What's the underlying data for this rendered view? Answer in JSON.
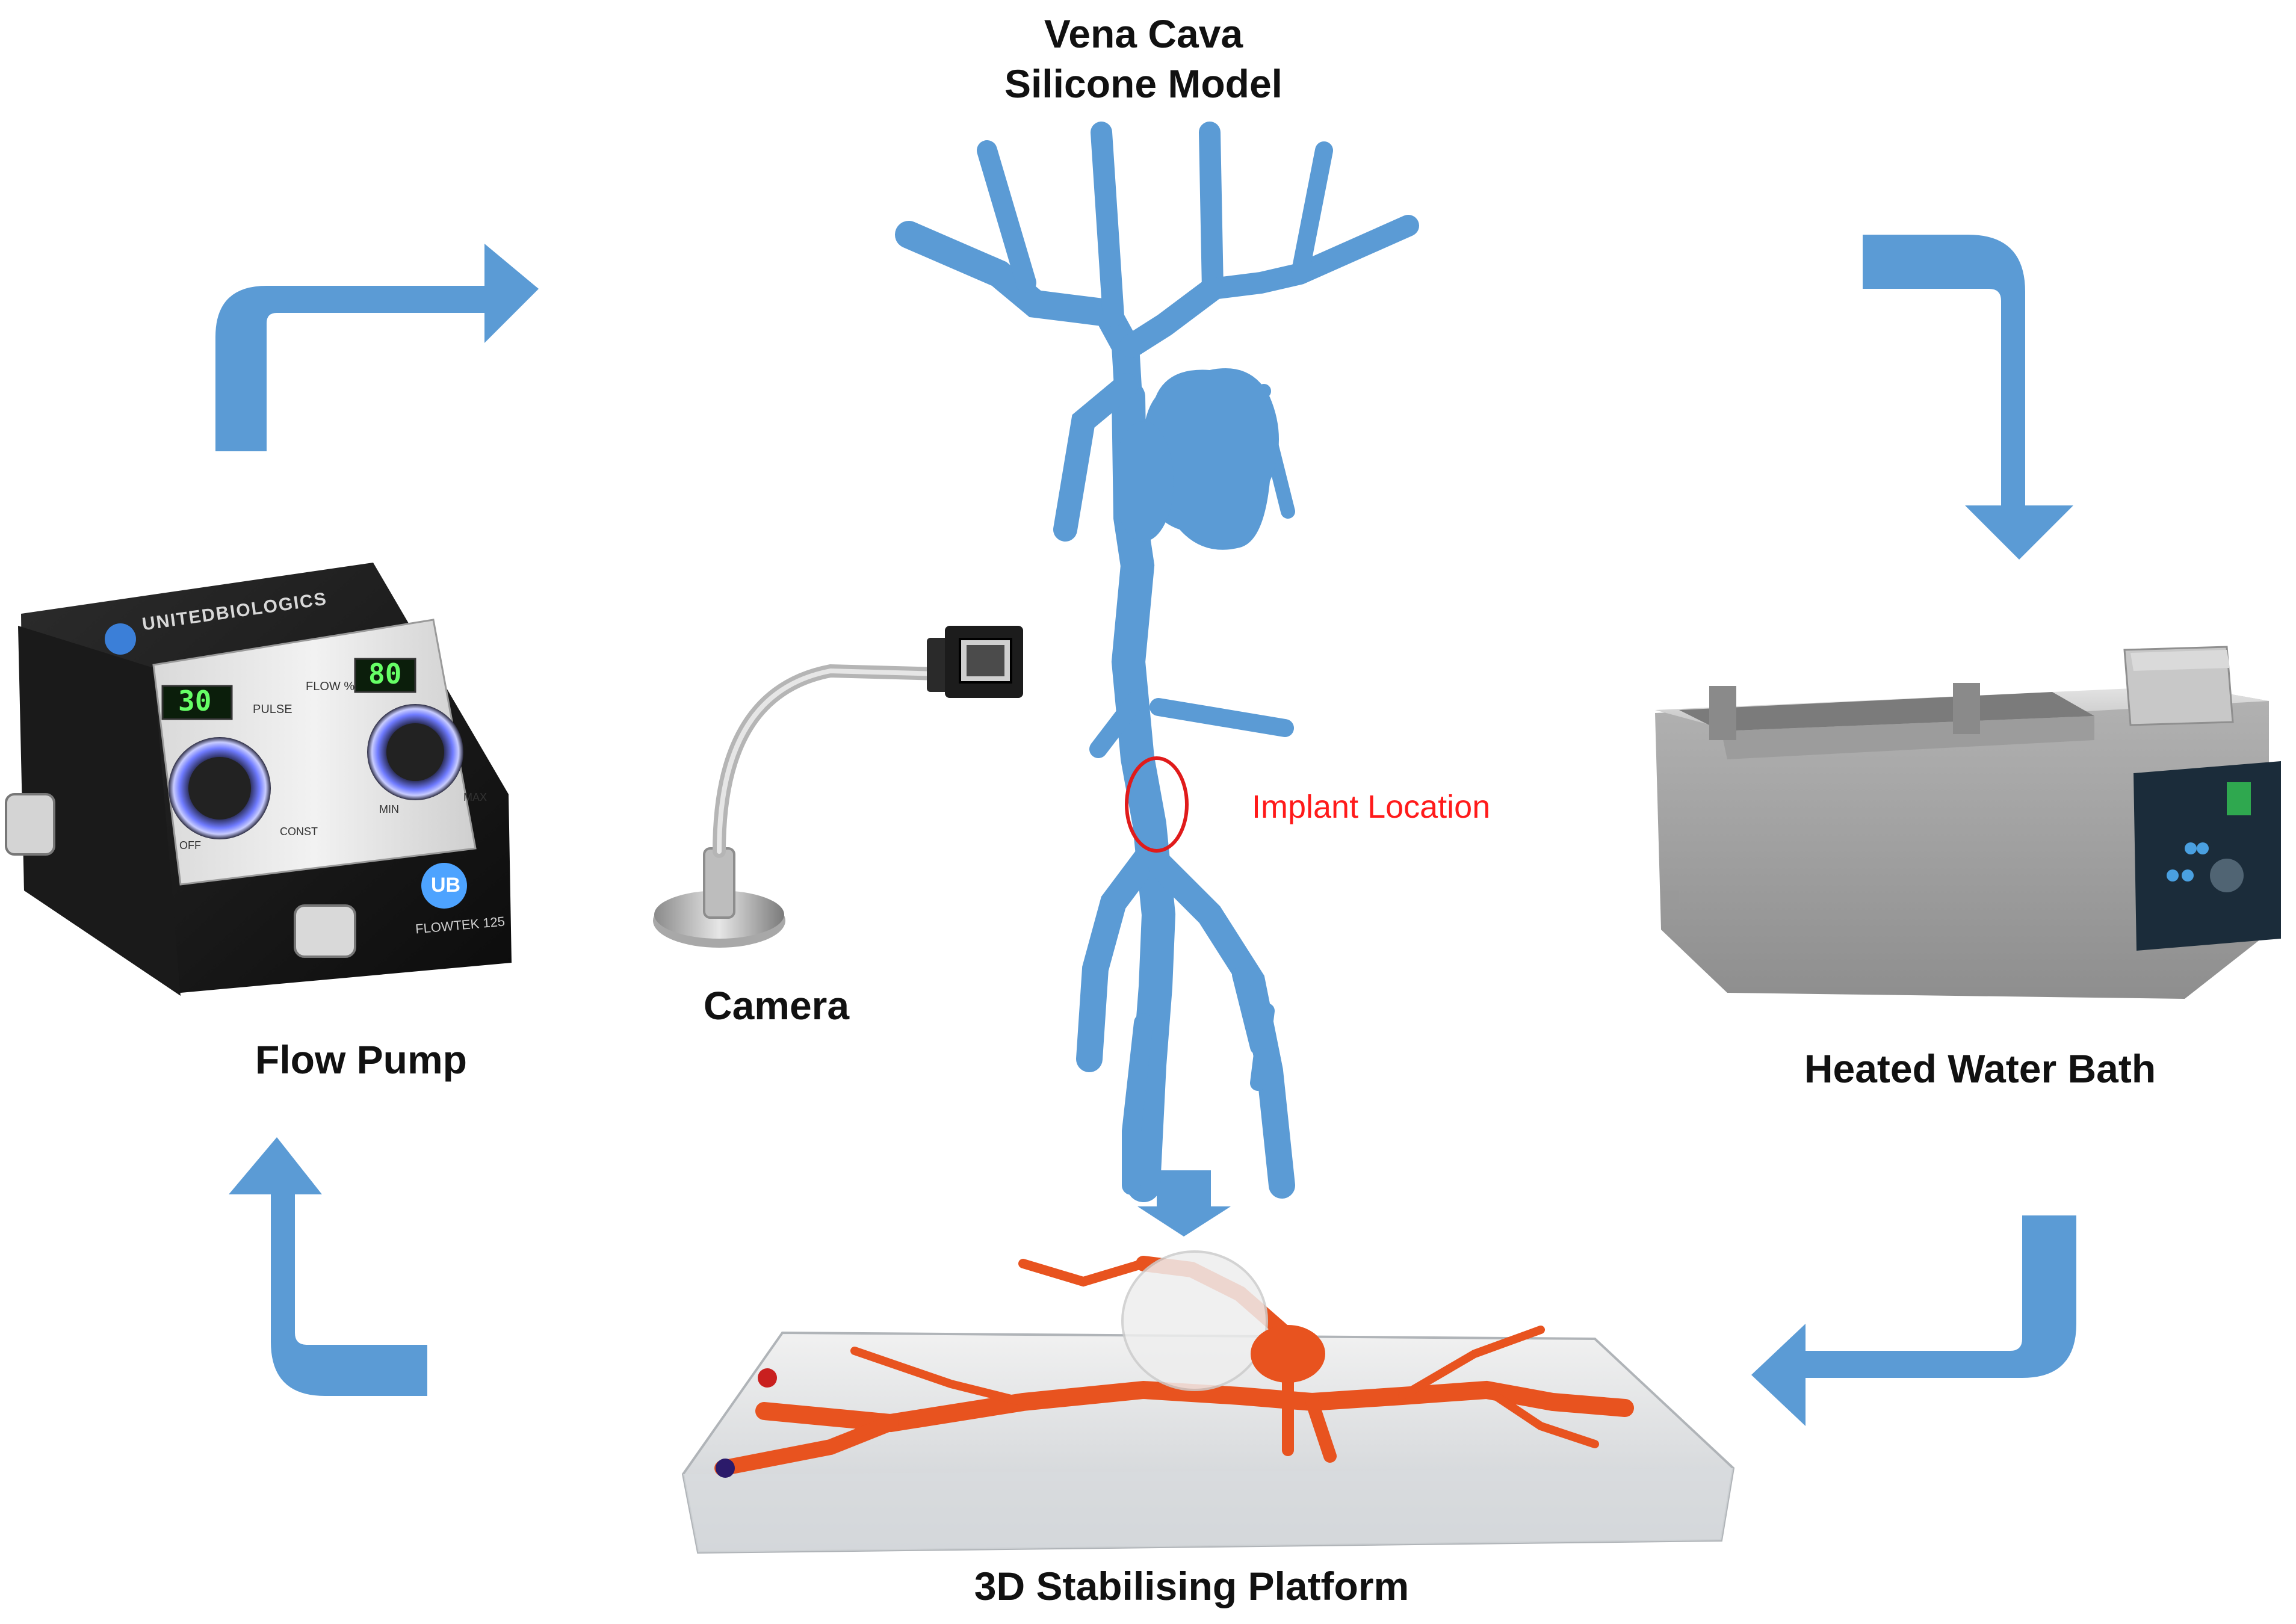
{
  "labels": {
    "model_line1": "Vena Cava",
    "model_line2": "Silicone Model",
    "implant": "Implant Location",
    "camera": "Camera",
    "pump": "Flow Pump",
    "bath": "Heated Water Bath",
    "platform": "3D Stabilising Platform"
  },
  "pump": {
    "brand": "UNITEDBIOLOGICS",
    "logo": "UB",
    "model": "FLOWTEK 125",
    "pulse_display": "30",
    "flow_display": "80",
    "pulse_label": "PULSE",
    "flow_label": "FLOW %",
    "off_label": "OFF",
    "const_label": "CONST",
    "min_label": "MIN",
    "max_label": "MAX"
  },
  "colors": {
    "arrow": "#5b9bd5",
    "vessel": "#5b9bd5",
    "implant_marker": "#e01b1b",
    "platform_vessel": "#e8531f"
  }
}
